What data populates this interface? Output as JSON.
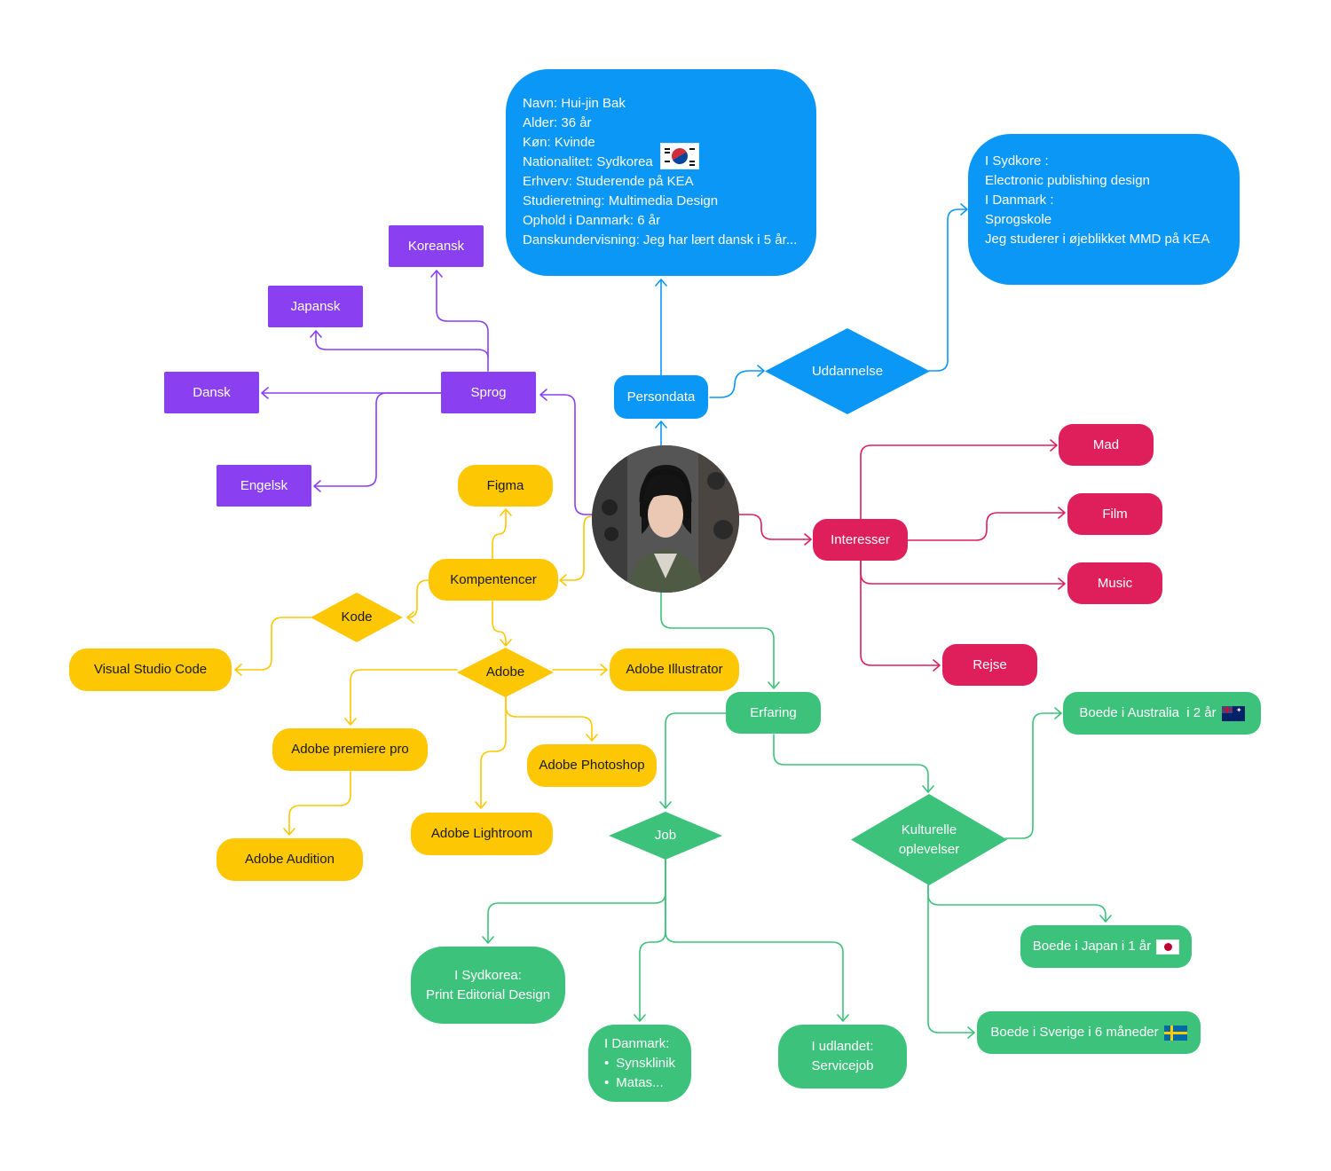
{
  "colors": {
    "sprog": "#8a3ff0",
    "persondata": "#0b97f6",
    "interesser": "#de1f5b",
    "kompetencer": "#fdc703",
    "erfaring": "#3cc27b"
  },
  "profile": {
    "lines": [
      "Navn: Hui-jin Bak",
      "Alder: 36 år",
      "Køn: Kvinde",
      "Nationalitet: Sydkorea",
      "Erhverv: Studerende på KEA",
      "Studieretning: Multimedia Design",
      "Ophold i Danmark: 6 år",
      "Danskundervisning: Jeg har lært dansk i 5 år..."
    ],
    "flag": "south-korea-flag-icon"
  },
  "education": {
    "lines": [
      "I Sydkore :",
      "Electronic publishing design",
      "I Danmark :",
      "Sprogskole",
      "Jeg studerer i øjeblikket MMD på KEA"
    ]
  },
  "nodes": {
    "persondata": "Persondata",
    "uddannelse": "Uddannelse",
    "sprog": "Sprog",
    "koreansk": "Koreansk",
    "japansk": "Japansk",
    "dansk": "Dansk",
    "engelsk": "Engelsk",
    "interesser": "Interesser",
    "mad": "Mad",
    "film": "Film",
    "music": "Music",
    "rejse": "Rejse",
    "kompetencer": "Kompentencer",
    "figma": "Figma",
    "kode": "Kode",
    "vscode": "Visual Studio Code",
    "adobe": "Adobe",
    "illustrator": "Adobe Illustrator",
    "premiere": "Adobe premiere pro",
    "photoshop": "Adobe Photoshop",
    "lightroom": "Adobe Lightroom",
    "audition": "Adobe Audition",
    "erfaring": "Erfaring",
    "job": "Job",
    "kulturelle": [
      "Kulturelle",
      "oplevelser"
    ],
    "australia": "Boede i Australia  i 2 år",
    "japan": "Boede i Japan i 1 år",
    "sverige": "Boede i Sverige i 6 måneder",
    "job_sydkorea": [
      "I Sydkorea:",
      "Print Editorial Design"
    ],
    "job_danmark": {
      "title": "I Danmark:",
      "items": [
        "Synsklinik",
        "Matas..."
      ]
    },
    "job_udlandet": [
      "I udlandet:",
      "Servicejob"
    ]
  }
}
